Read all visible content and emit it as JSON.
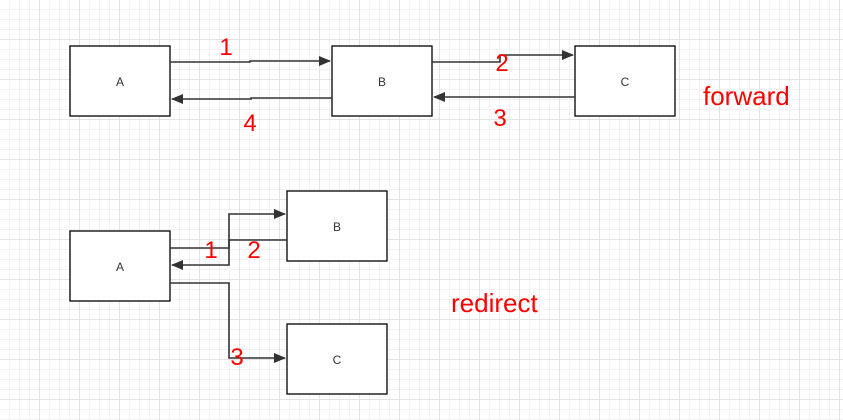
{
  "forward": {
    "title": "forward",
    "nodes": {
      "a": "A",
      "b": "B",
      "c": "C"
    },
    "steps": [
      "1",
      "2",
      "3",
      "4"
    ]
  },
  "redirect": {
    "title": "redirect",
    "nodes": {
      "a": "A",
      "b": "B",
      "c": "C"
    },
    "steps": [
      "1",
      "2",
      "3"
    ]
  },
  "colors": {
    "annotation": "#ff0000",
    "stroke": "#333333",
    "box_border": "#000000"
  }
}
